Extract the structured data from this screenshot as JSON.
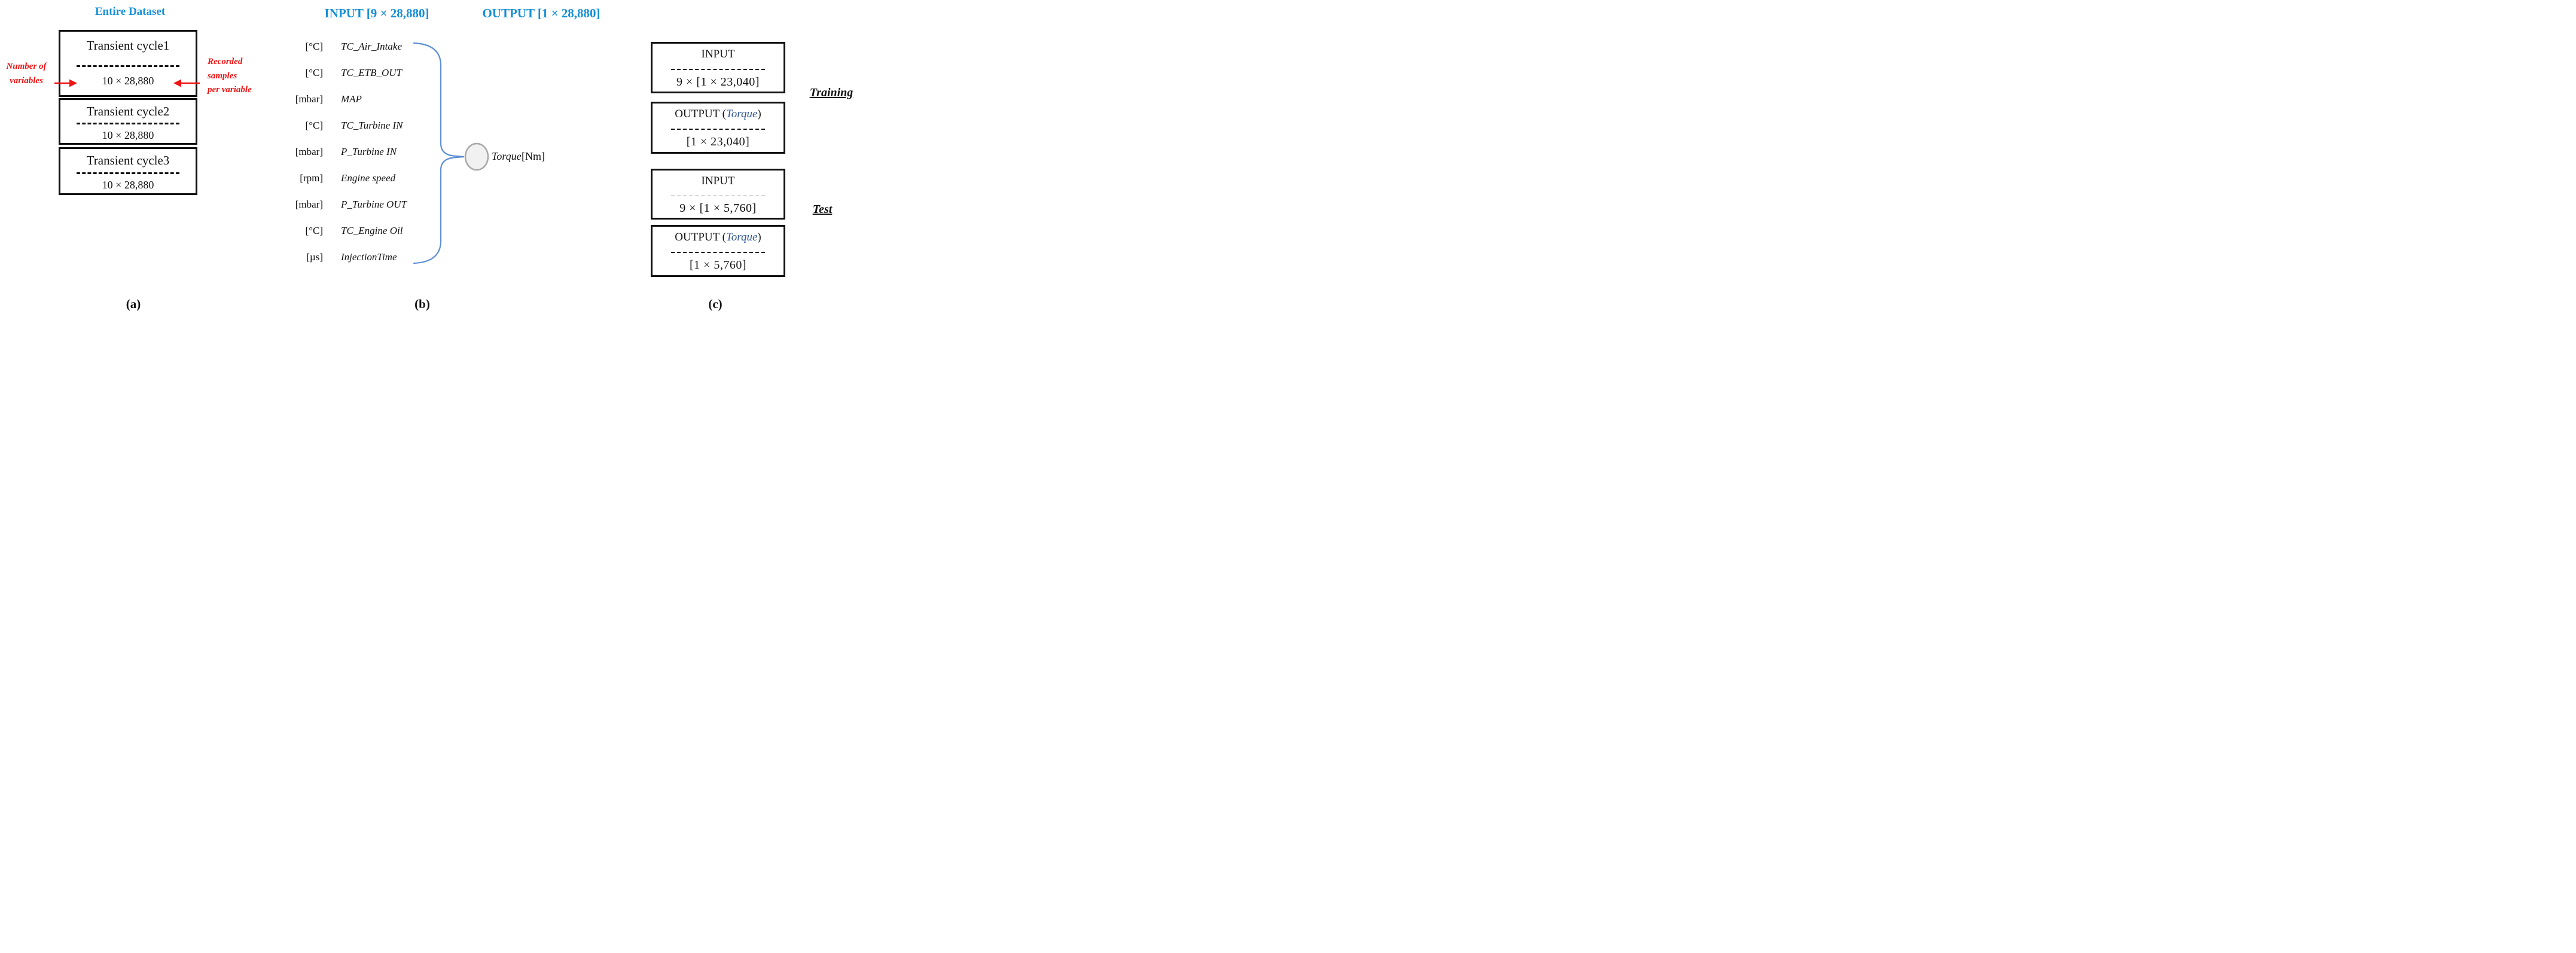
{
  "colors": {
    "title_blue": "#168fd6",
    "torque_blue": "#2f5496",
    "brace_blue": "#5e8fd4",
    "annotation_red": "#ee1414",
    "node_fill": "#f1f1f1",
    "node_stroke": "#a8a8a8"
  },
  "panel_a": {
    "title": "Entire Dataset",
    "left_note": {
      "line1": "Number of",
      "line2": "variables"
    },
    "right_note": {
      "line1": "Recorded",
      "line2": "samples",
      "line3": "per variable"
    },
    "boxes": [
      {
        "name": "Transient cycle1",
        "dims": "10 × 28,880"
      },
      {
        "name": "Transient cycle2",
        "dims": "10 × 28,880"
      },
      {
        "name": "Transient cycle3",
        "dims": "10 × 28,880"
      }
    ],
    "caption": "(a)"
  },
  "panel_b": {
    "input_header": "INPUT  [9 × 28,880]",
    "output_header": "OUTPUT  [1 × 28,880]",
    "variables": [
      {
        "unit": "[°C]",
        "name": "TC_Air_Intake"
      },
      {
        "unit": "[°C]",
        "name": "TC_ETB_OUT"
      },
      {
        "unit": "[mbar]",
        "name": "MAP"
      },
      {
        "unit": "[°C]",
        "name": "TC_Turbine IN"
      },
      {
        "unit": "[mbar]",
        "name": "P_Turbine IN"
      },
      {
        "unit": "[rpm]",
        "name": "Engine speed"
      },
      {
        "unit": "[mbar]",
        "name": "P_Turbine OUT"
      },
      {
        "unit": "[°C]",
        "name": "TC_Engine Oil"
      },
      {
        "unit": "[µs]",
        "name": "InjectionTime"
      }
    ],
    "node": {
      "label": "Torque",
      "unit": "[Nm]"
    },
    "caption": "(b)"
  },
  "panel_c": {
    "training_label": "Training",
    "test_label": "Test",
    "boxes": [
      {
        "title": "INPUT",
        "torque": "",
        "suffix": "",
        "value": "9 × [1 × 23,040]"
      },
      {
        "title": "OUTPUT (",
        "torque": "Torque",
        "suffix": ")",
        "value": "[1 × 23,040]"
      },
      {
        "title": "INPUT",
        "torque": "",
        "suffix": "",
        "value": "9 × [1 × 5,760]"
      },
      {
        "title": "OUTPUT (",
        "torque": "Torque",
        "suffix": ")",
        "value": "[1 × 5,760]"
      }
    ],
    "caption": "(c)"
  }
}
